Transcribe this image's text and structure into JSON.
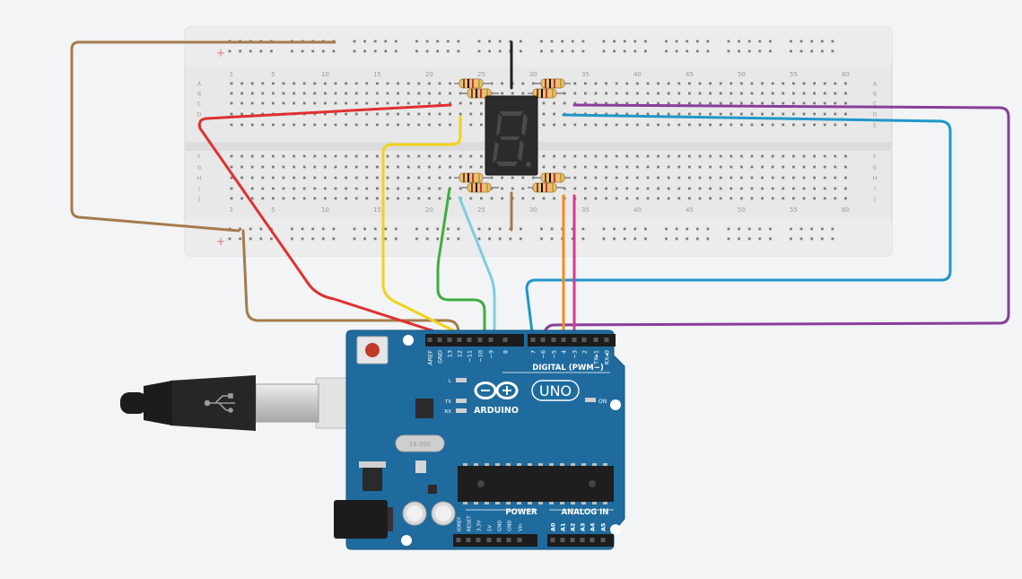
{
  "breadboard": {
    "column_numbers": [
      "1",
      "5",
      "10",
      "15",
      "20",
      "25",
      "30",
      "35",
      "40",
      "45",
      "50",
      "55",
      "60"
    ],
    "row_letters_top": [
      "A",
      "B",
      "C",
      "D",
      "E"
    ],
    "row_letters_bottom": [
      "F",
      "G",
      "H",
      "I",
      "J"
    ],
    "plus_label": "+"
  },
  "display": {
    "digit": "8."
  },
  "arduino": {
    "brand": "ARDUINO",
    "model": "UNO",
    "digital_label": "DIGITAL (PWM~)",
    "power_label": "POWER",
    "analog_label": "ANALOG IN",
    "on_label": "ON",
    "led_labels": [
      "L",
      "TX",
      "RX"
    ],
    "top_pins": [
      "AREF",
      "GND",
      "13",
      "12",
      "~11",
      "~10",
      "~9",
      "8",
      "7",
      "~6",
      "~5",
      "4",
      "~3",
      "2",
      "TX▸1",
      "RX◂0"
    ],
    "power_pins": [
      "IOREF",
      "RESET",
      "3.3V",
      "5V",
      "GND",
      "GND",
      "Vin"
    ],
    "analog_pins": [
      "A0",
      "A1",
      "A2",
      "A3",
      "A4",
      "A5"
    ],
    "crystal_label": "16.000"
  },
  "colors": {
    "board_blue": "#1f6b9e",
    "breadboard": "#e6e6e6",
    "wire_brown": "#a67b4a",
    "wire_red": "#e03030",
    "wire_yellow": "#f2d21b",
    "wire_green": "#3fae3f",
    "wire_lightblue": "#7ccde0",
    "wire_blue": "#1f97c9",
    "wire_purple": "#8a3d9a",
    "wire_orange": "#f28c1e",
    "wire_pink": "#d8398f"
  }
}
